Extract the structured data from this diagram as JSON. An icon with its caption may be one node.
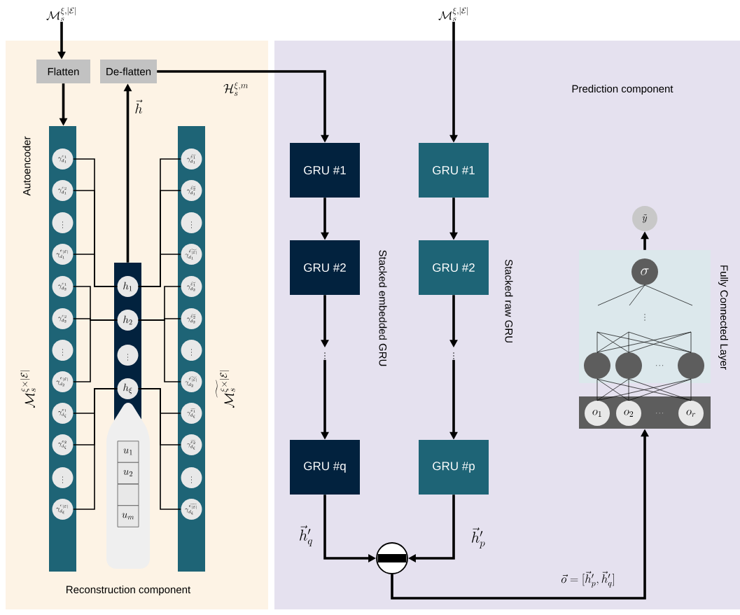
{
  "diagram": {
    "nodes": [
      {
        "text": [
          "Reconstruction component"
        ]
      },
      {
        "text": [
          "Prediction component"
        ]
      },
      {
        "text": [
          "\\mathcal{M}_s^{\\xi,|\\mathcal{E}|}"
        ]
      },
      {
        "text": [
          "Flatten"
        ],
        "in": 0
      },
      {
        "text": [
          "De-flatten"
        ],
        "in": 0
      },
      {
        "text": [],
        "shape": "bar",
        "in": 0,
        "beside": [
          "\\mathcal{M}_s^{\\xi\\times|\\mathcal{E}|}"
        ]
      },
      {
        "text": [
          "\\gamma_{d_1}^{e_1}"
        ],
        "in": 5
      },
      {
        "text": [
          "\\gamma_{d_1}^{e_2}"
        ],
        "in": 5
      },
      {
        "text": [
          "\\vdots"
        ],
        "in": 5
      },
      {
        "text": [
          "\\gamma_{d_1}^{e_{|\\mathcal{E}|}}"
        ],
        "in": 5
      },
      {
        "text": [
          "\\gamma_{d_2}^{e_1}"
        ],
        "in": 5
      },
      {
        "text": [
          "\\gamma_{d_2}^{e_2}"
        ],
        "in": 5
      },
      {
        "text": [
          "\\vdots"
        ],
        "in": 5
      },
      {
        "text": [
          "\\gamma_{d_2}^{e_{|\\mathcal{E}|}}"
        ],
        "in": 5
      },
      {
        "text": [
          "\\gamma_{d_\\xi}^{e_1}"
        ],
        "in": 5
      },
      {
        "text": [
          "\\gamma_{d_\\xi}^{e_2}"
        ],
        "in": 5
      },
      {
        "text": [
          "\\vdots"
        ],
        "in": 5
      },
      {
        "text": [
          "\\gamma_{d_\\xi}^{e_{|\\mathcal{E}|}}"
        ],
        "in": 5
      },
      {
        "text": [],
        "shape": "bar",
        "in": 0
      },
      {
        "text": [
          "h_1"
        ],
        "in": 18
      },
      {
        "text": [
          "h_2"
        ],
        "in": 18
      },
      {
        "text": [
          "\\vdots"
        ],
        "in": 18
      },
      {
        "text": [
          "h_\\xi"
        ],
        "in": 18
      },
      {
        "text": [],
        "shape": "box",
        "in": 0
      },
      {
        "text": [
          "u_1"
        ],
        "in": 23
      },
      {
        "text": [
          "u_2"
        ],
        "in": 23
      },
      {
        "text": [],
        "shape": "box",
        "in": 23
      },
      {
        "text": [
          "u_m"
        ],
        "in": 23
      },
      {
        "text": [],
        "shape": "bar",
        "in": 0,
        "beside": [
          "\\widetilde{\\mathcal{M}_s^{\\xi\\times|\\mathcal{E}|}}"
        ]
      },
      {
        "text": [
          "\\gamma_{d_1}^{\\widetilde{e_1}}"
        ],
        "in": 28
      },
      {
        "text": [
          "\\gamma_{d_1}^{\\widetilde{e_2}}"
        ],
        "in": 28
      },
      {
        "text": [
          "\\vdots"
        ],
        "in": 28
      },
      {
        "text": [
          "\\gamma_{d_1}^{\\widetilde{e_{|\\mathcal{E}|}}}"
        ],
        "in": 28
      },
      {
        "text": [
          "\\gamma_{d_2}^{\\widetilde{e_1}}"
        ],
        "in": 28
      },
      {
        "text": [
          "\\gamma_{d_2}^{\\widetilde{e_2}}"
        ],
        "in": 28
      },
      {
        "text": [
          "\\vdots"
        ],
        "in": 28
      },
      {
        "text": [
          "\\gamma_{d_2}^{\\widetilde{e_{|\\mathcal{E}|}}}"
        ],
        "in": 28
      },
      {
        "text": [
          "\\gamma_{d_\\xi}^{\\widetilde{e_1}}"
        ],
        "in": 28
      },
      {
        "text": [
          "\\gamma_{d_\\xi}^{\\widetilde{e_2}}"
        ],
        "in": 28
      },
      {
        "text": [
          "\\vdots"
        ],
        "in": 28
      },
      {
        "text": [
          "\\gamma_{d_\\xi}^{\\widetilde{e_{|\\mathcal{E}|}}}"
        ],
        "in": 28
      },
      {
        "text": [
          "\\mathcal{M}_s^{\\xi,|\\mathcal{E}|}"
        ]
      },
      {
        "text": [
          "GRU #1"
        ],
        "in": 1
      },
      {
        "text": [
          "GRU #2"
        ],
        "in": 1
      },
      {
        "text": [
          "\\vdots"
        ],
        "in": 1
      },
      {
        "text": [
          "GRU #q"
        ],
        "in": 1
      },
      {
        "text": [
          "GRU #1"
        ],
        "in": 1
      },
      {
        "text": [
          "GRU #2"
        ],
        "in": 1
      },
      {
        "text": [
          "\\vdots"
        ],
        "in": 1
      },
      {
        "text": [
          "GRU #p"
        ],
        "in": 1
      },
      {
        "text": [],
        "shape": "circle",
        "in": 1
      },
      {
        "text": [
          "\\tilde{y}"
        ],
        "in": 1
      },
      {
        "text": [
          "Fully Connected Layer"
        ],
        "in": 1
      },
      {
        "text": [
          "\\sigma"
        ],
        "in": 52
      },
      {
        "text": [],
        "shape": "circle",
        "in": 52
      },
      {
        "text": [],
        "shape": "circle",
        "in": 52
      },
      {
        "text": [],
        "shape": "circle",
        "in": 52
      },
      {
        "text": [],
        "shape": "bar",
        "in": 1
      },
      {
        "text": [
          "o_1"
        ],
        "in": 57
      },
      {
        "text": [
          "o_2"
        ],
        "in": 57
      },
      {
        "text": [
          "o_r"
        ],
        "in": 57
      }
    ],
    "edges": [
      {
        "from": 2,
        "to": 3,
        "arrow": "to",
        "style": "thick"
      },
      {
        "from": 3,
        "to": 5,
        "arrow": "to",
        "style": "thick"
      },
      {
        "from": 18,
        "to": 4,
        "arrow": "to",
        "style": "thick",
        "label": "\\vec{h}"
      },
      {
        "from": 4,
        "to": 42,
        "arrow": "to",
        "style": "thick",
        "label": "\\mathcal{H}_s^{\\xi,m}"
      },
      {
        "from": 6,
        "to": 19,
        "arrow": "none"
      },
      {
        "from": 7,
        "to": 19,
        "arrow": "none"
      },
      {
        "from": 9,
        "to": 19,
        "arrow": "none"
      },
      {
        "from": 10,
        "to": 20,
        "arrow": "none"
      },
      {
        "from": 11,
        "to": 20,
        "arrow": "none"
      },
      {
        "from": 13,
        "to": 20,
        "arrow": "none"
      },
      {
        "from": 14,
        "to": 22,
        "arrow": "none"
      },
      {
        "from": 15,
        "to": 22,
        "arrow": "none"
      },
      {
        "from": 17,
        "to": 22,
        "arrow": "none"
      },
      {
        "from": 19,
        "to": 29,
        "arrow": "none"
      },
      {
        "from": 19,
        "to": 30,
        "arrow": "none"
      },
      {
        "from": 19,
        "to": 32,
        "arrow": "none"
      },
      {
        "from": 20,
        "to": 33,
        "arrow": "none"
      },
      {
        "from": 20,
        "to": 34,
        "arrow": "none"
      },
      {
        "from": 20,
        "to": 36,
        "arrow": "none"
      },
      {
        "from": 22,
        "to": 37,
        "arrow": "none"
      },
      {
        "from": 22,
        "to": 38,
        "arrow": "none"
      },
      {
        "from": 22,
        "to": 40,
        "arrow": "none"
      },
      {
        "from": 41,
        "to": 46,
        "arrow": "to",
        "style": "thick"
      },
      {
        "from": 42,
        "to": 43,
        "arrow": "to",
        "style": "thick"
      },
      {
        "from": 43,
        "to": 44,
        "arrow": "to",
        "style": "thick"
      },
      {
        "from": 44,
        "to": 45,
        "arrow": "to",
        "style": "thick"
      },
      {
        "from": 46,
        "to": 47,
        "arrow": "to",
        "style": "thick"
      },
      {
        "from": 47,
        "to": 48,
        "arrow": "to",
        "style": "thick"
      },
      {
        "from": 48,
        "to": 49,
        "arrow": "to",
        "style": "thick"
      },
      {
        "from": 45,
        "to": 50,
        "arrow": "to",
        "style": "thick",
        "label": "\\vec{h}'_q"
      },
      {
        "from": 49,
        "to": 50,
        "arrow": "to",
        "style": "thick",
        "label": "\\vec{h}'_p"
      },
      {
        "from": 50,
        "to": 57,
        "arrow": "to",
        "style": "thick",
        "label": "\\vec{o}=[\\vec{h}'_p,\\vec{h}'_q]"
      },
      {
        "from": 52,
        "to": 51,
        "arrow": "to",
        "style": "thick"
      },
      {
        "from": 58,
        "to": 54,
        "arrow": "none"
      },
      {
        "from": 58,
        "to": 55,
        "arrow": "none"
      },
      {
        "from": 58,
        "to": 56,
        "arrow": "none"
      },
      {
        "from": 59,
        "to": 54,
        "arrow": "none"
      },
      {
        "from": 59,
        "to": 55,
        "arrow": "none"
      },
      {
        "from": 59,
        "to": 56,
        "arrow": "none"
      },
      {
        "from": 60,
        "to": 54,
        "arrow": "none"
      },
      {
        "from": 60,
        "to": 55,
        "arrow": "none"
      },
      {
        "from": 60,
        "to": 56,
        "arrow": "none"
      }
    ],
    "labels": [
      "Autoencoder",
      "Stacked embedded GRU",
      "Stacked raw GRU",
      "\\vdots",
      "\\cdots",
      "\\cdots"
    ]
  }
}
